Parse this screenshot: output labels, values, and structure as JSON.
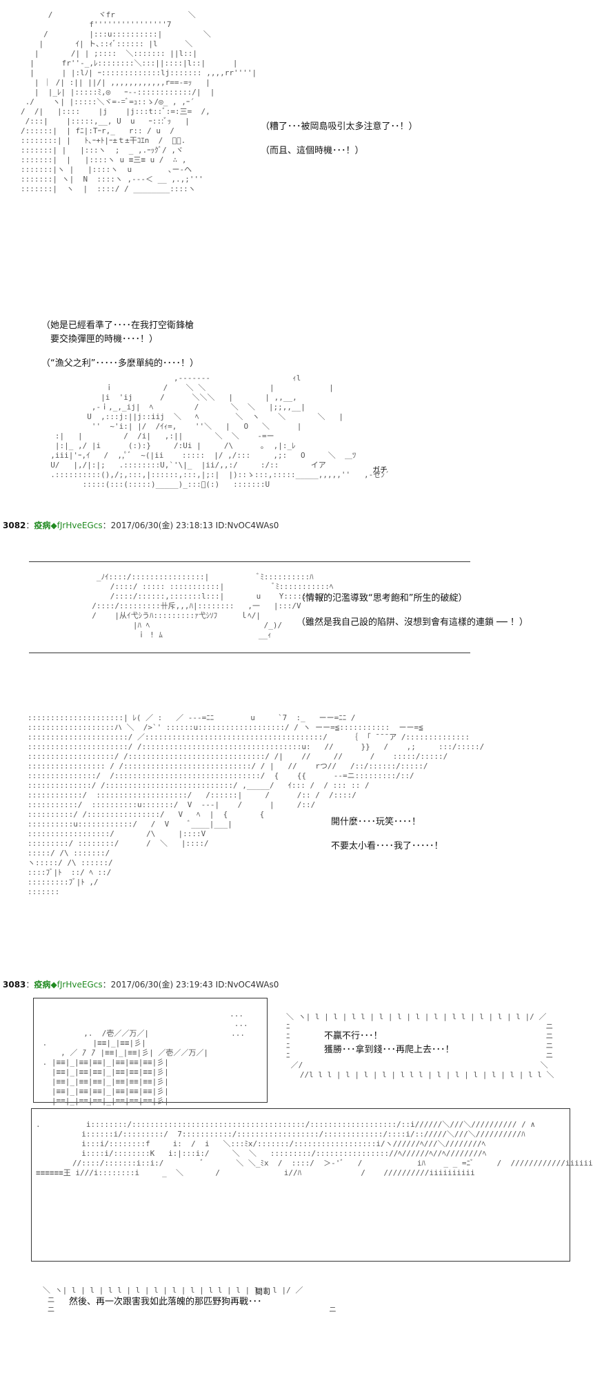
{
  "post1": {
    "lines": [
      "（糟了･･･被岡島吸引太多注意了･･！）",
      "（而且、這個時機･･･！）"
    ]
  },
  "post1b": {
    "lines": [
      "（她是已經看準了････在我打空衛鋒槍",
      "　要交換彈匣的時機････！）",
      "（“漁父之利”･････多麼單純的････！）"
    ],
    "sfx": "ガチ"
  },
  "post2": {
    "header": {
      "number": "3082",
      "separator": "：",
      "name": "疫病",
      "trip": "◆fJrHveEGcs",
      "datetime": "：2017/06/30(金) 23:18:13 ID:NvOC4WAs0"
    },
    "lines": [
      "（情報的氾濫導致“思考飽和”所生的破綻）",
      "（雖然是我自己設的陷阱、沒想到會有這樣的連鎖 ── ！）"
    ],
    "shout": [
      "開什麼････玩笑････！",
      "不要太小看････我了･････！"
    ]
  },
  "post3": {
    "header": {
      "number": "3083",
      "separator": "：",
      "name": "疫病",
      "trip": "◆fJrHveEGcs",
      "datetime": "：2017/06/30(金) 23:19:43 ID:NvOC4WAs0"
    },
    "bubble": [
      "不贏不行･･･！",
      "獲勝･･･拿到錢･･･再爬上去･･･！"
    ],
    "nameplate": "間司",
    "last_line": "然後、再一次跟害我如此落魄的那匹野狗再戰･･･"
  }
}
